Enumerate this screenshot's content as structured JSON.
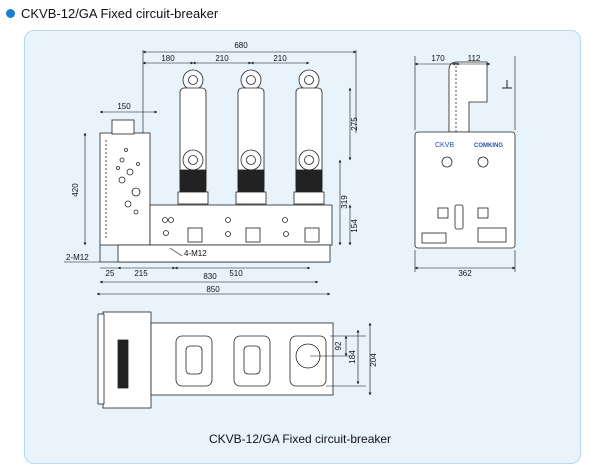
{
  "page": {
    "heading": "CKVB-12/GA Fixed circuit-breaker",
    "accent": "#1a7fd0",
    "panel_bg": "#e8f3fc"
  },
  "caption": "CKVB-12/GA Fixed circuit-breaker",
  "front_view": {
    "dims": {
      "overall_top": "680",
      "spacing_left": "180",
      "spacing_mid": "210",
      "spacing_right": "210",
      "left_ext": "150",
      "height_420": "420",
      "height_275": "275",
      "height_319": "319",
      "height_154": "154",
      "mount_holes_left": "2-M12",
      "mount_holes_front": "4-M12",
      "bottom_25": "25",
      "bottom_215": "215",
      "bottom_510": "510",
      "bottom_830": "830",
      "bottom_850": "850"
    }
  },
  "side_view": {
    "dims": {
      "top_170": "170",
      "top_112": "112",
      "width_362": "362"
    },
    "panel_labels": {
      "brand_left": "CKVB",
      "brand_right": "COMKING"
    }
  },
  "top_view": {
    "dims": {
      "d92": "92",
      "d184": "184",
      "d204": "204"
    }
  }
}
